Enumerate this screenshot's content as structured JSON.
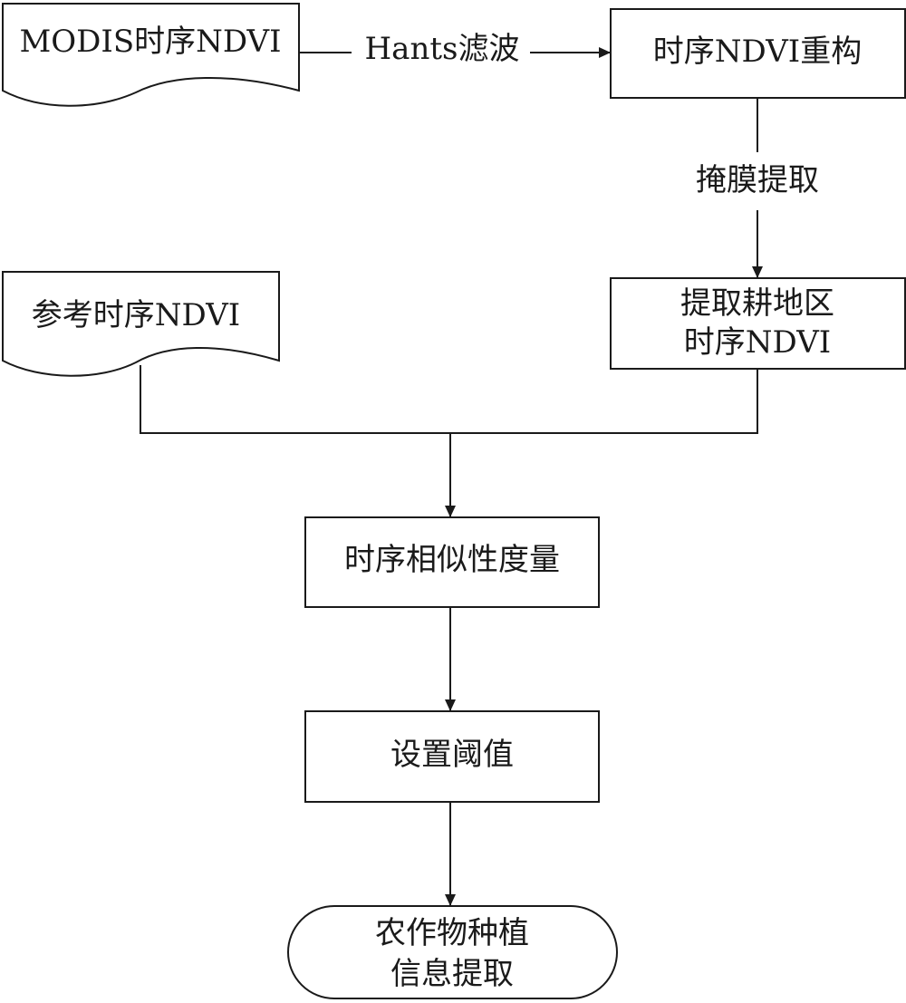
{
  "flowchart": {
    "modis_ndvi": "MODIS时序NDVI",
    "hants_filter": "Hants滤波",
    "ndvi_reconstruct": "时序NDVI重构",
    "mask_extract": "掩膜提取",
    "farmland_ndvi_line1": "提取耕地区",
    "farmland_ndvi_line2": "时序NDVI",
    "reference_ndvi": "参考时序NDVI",
    "similarity_measure": "时序相似性度量",
    "set_threshold": "设置阈值",
    "crop_info_line1": "农作物种植",
    "crop_info_line2": "信息提取"
  }
}
